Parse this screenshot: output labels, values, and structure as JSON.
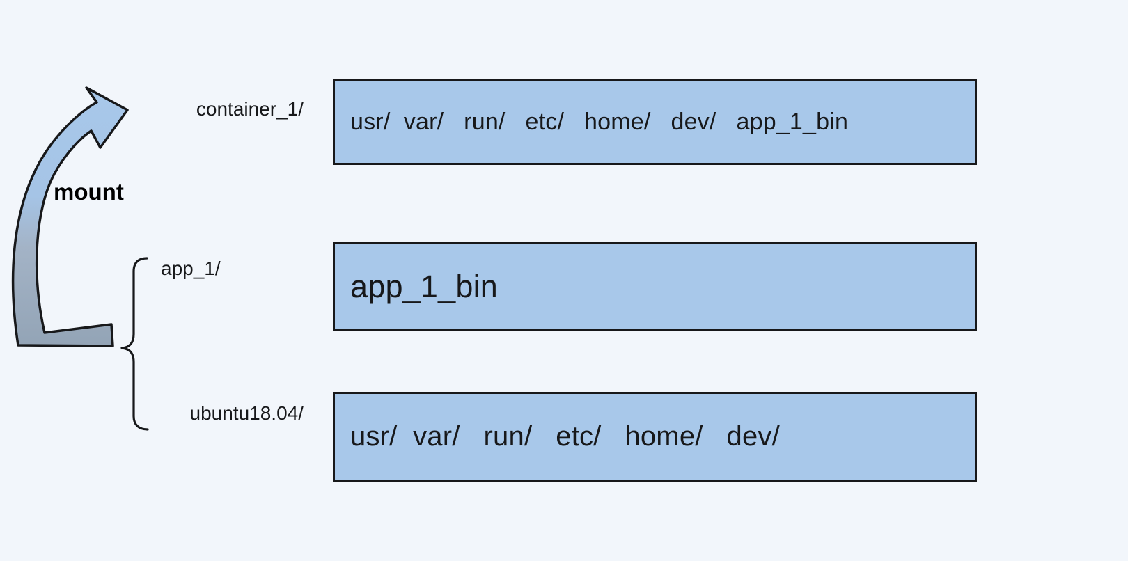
{
  "diagram": {
    "title": "container mount layering diagram",
    "background_color": "#f2f6fb",
    "box_fill_color": "#a8c8ea",
    "box_border_color": "#17181a",
    "arrow_gradient": {
      "from": "#a8c8ea",
      "to": "#95a6b8"
    },
    "mount_label": "mount",
    "rows": [
      {
        "name": "container-1",
        "label": "container_1/",
        "contents": "usr/  var/   run/   etc/   home/   dev/   app_1_bin",
        "entries": [
          "usr/",
          "var/",
          "run/",
          "etc/",
          "home/",
          "dev/",
          "app_1_bin"
        ]
      },
      {
        "name": "app-1",
        "label": "app_1/",
        "contents": "app_1_bin",
        "entries": [
          "app_1_bin"
        ]
      },
      {
        "name": "ubuntu-18-04",
        "label": "ubuntu18.04/",
        "contents": "usr/  var/   run/   etc/   home/   dev/",
        "entries": [
          "usr/",
          "var/",
          "run/",
          "etc/",
          "home/",
          "dev/"
        ]
      }
    ],
    "brace": {
      "name": "layer-group-brace",
      "groups": [
        "app_1/",
        "ubuntu18.04/"
      ]
    }
  }
}
